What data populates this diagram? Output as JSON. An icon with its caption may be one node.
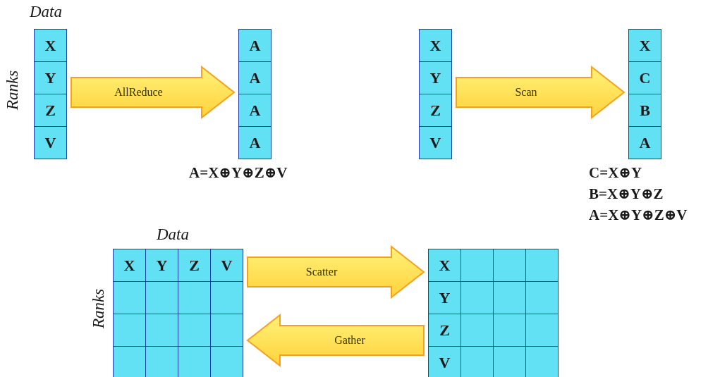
{
  "diagram": {
    "nodes": [
      {
        "text": [
          "X",
          "Y",
          "Z",
          "V"
        ],
        "beside": [
          "Data",
          "Ranks"
        ]
      },
      {
        "text": [
          "A",
          "A",
          "A",
          "A"
        ],
        "beside": [
          "A=X⊕Y⊕Z⊕V"
        ]
      },
      {
        "text": [
          "X",
          "Y",
          "Z",
          "V"
        ]
      },
      {
        "text": [
          "X",
          "C",
          "B",
          "A"
        ],
        "beside": [
          "C=X⊕Y",
          "B=X⊕Y⊕Z",
          "A=X⊕Y⊕Z⊕V"
        ]
      },
      {
        "text": [
          "X",
          "Y",
          "Z",
          "V"
        ],
        "beside": [
          "Data",
          "Ranks"
        ]
      },
      {
        "text": [
          "X",
          "Y",
          "Z",
          "V"
        ]
      }
    ],
    "edges": [
      {
        "from": 0,
        "to": 1,
        "arrow": "to",
        "label": "AllReduce"
      },
      {
        "from": 2,
        "to": 3,
        "arrow": "to",
        "label": "Scan"
      },
      {
        "from": 4,
        "to": 5,
        "arrow": "to",
        "label": "Scatter"
      },
      {
        "from": 5,
        "to": 4,
        "arrow": "to",
        "label": "Gather"
      }
    ]
  }
}
